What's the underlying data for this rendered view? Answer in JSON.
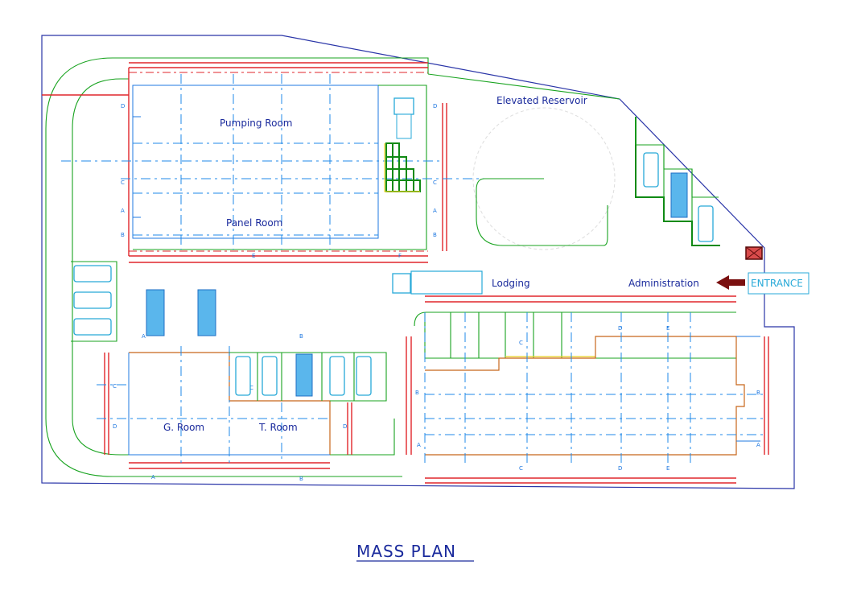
{
  "title": "MASS PLAN",
  "labels": {
    "pumping_room": "Pumping Room",
    "panel_room": "Panel Room",
    "elevated_reservoir": "Elevated Reservoir",
    "lodging": "Lodging",
    "administration": "Administration",
    "entrance": "ENTRANCE",
    "g_room": "G. Room",
    "t_room": "T. Room"
  },
  "section_marks": {
    "a": "A",
    "b": "B",
    "c": "C",
    "d": "D",
    "e": "E",
    "f": "F"
  },
  "colors": {
    "boundary": "#2a35a8",
    "road": "#18a31f",
    "walls": "#e0262b",
    "grid": "#1f8ae8",
    "vehicles": "#27a9d8",
    "entrance_arrow": "#7a1010",
    "entrance_box": "#27a9d8"
  },
  "icons": {
    "vehicle": "car-icon",
    "truck": "truck-icon",
    "entrance": "arrow-left-icon"
  }
}
